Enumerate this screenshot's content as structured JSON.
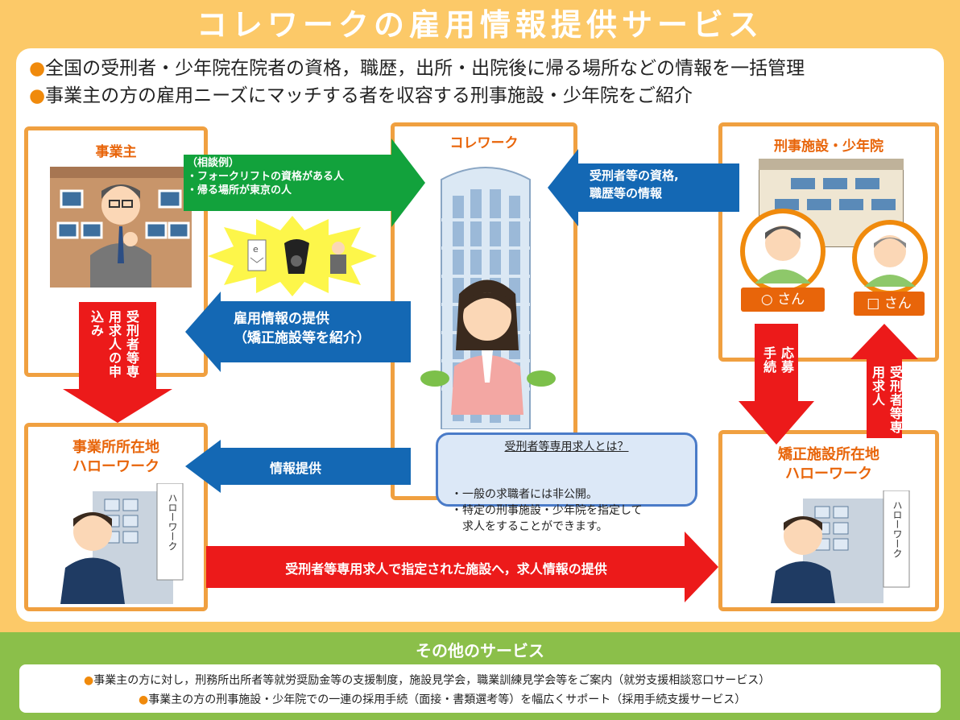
{
  "title": "コレワークの雇用情報提供サービス",
  "bullets": [
    "全国の受刑者・少年院在院者の資格，職歴，出所・出院後に帰る場所などの情報を一括管理",
    "事業主の方の雇用ニーズにマッチする者を収容する刑事施設・少年院をご紹介"
  ],
  "boxes": {
    "employer": "事業主",
    "corrework": "コレワーク",
    "facility": "刑事施設・少年院",
    "hw_employer": [
      "事業所所在地",
      "ハローワーク"
    ],
    "hw_facility": [
      "矯正施設所在地",
      "ハローワーク"
    ]
  },
  "arrows": {
    "consult": [
      "（相談例）",
      "・フォークリフトの資格がある人",
      "・帰る場所が東京の人"
    ],
    "inmate_info": [
      "受刑者等の資格,",
      "職歴等の情報"
    ],
    "employment_info": [
      "雇用情報の提供",
      "（矯正施設等を紹介）"
    ],
    "info_provision": "情報提供",
    "apply": "受刑者等専用求人の申込み",
    "apply_procedure": "応募手続",
    "dedicated_job": "受刑者等専用求人",
    "job_info": "受刑者等専用求人で指定された施設へ，求人情報の提供"
  },
  "persons": {
    "circle_a": "○ さん",
    "circle_b": "□ さん"
  },
  "building_sign": "ハローワーク",
  "callout": {
    "heading": "受刑者等専用求人とは？",
    "lines": [
      "・一般の求職者には非公開。",
      "・特定の刑事施設・少年院を指定して",
      "　求人をすることができます。"
    ]
  },
  "other_services": {
    "title": "その他のサービス",
    "items": [
      "事業主の方に対し，刑務所出所者等就労奨励金等の支援制度，施設見学会，職業訓練見学会等をご案内（就労支援相談窓口サービス）",
      "事業主の方の刑事施設・少年院での一連の採用手続（面接・書類選考等）を幅広くサポート（採用手続支援サービス）"
    ]
  },
  "colors": {
    "orange_border": "#f0a040",
    "title_orange": "#e8650a",
    "green_arrow": "#12a23c",
    "blue_arrow": "#1468b4",
    "red_arrow": "#ec1a1a",
    "bottom_green": "#8bbf4a"
  }
}
